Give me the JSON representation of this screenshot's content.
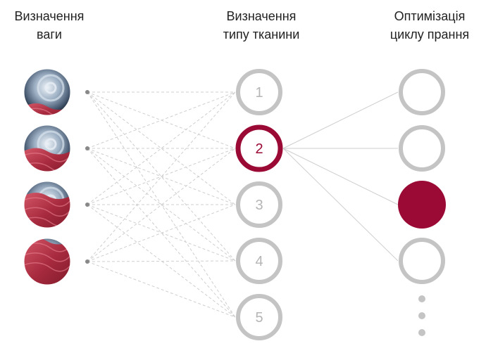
{
  "titles": {
    "weight": "Визначення\nваги",
    "fabric": "Визначення\nтипу тканини",
    "cycle": "Оптимізація\nциклу прання"
  },
  "fabric_nodes": [
    "1",
    "2",
    "3",
    "4",
    "5"
  ],
  "active_fabric_node": "2",
  "active_cycle_node": 3,
  "weight_images": [
    {
      "name": "drum-load-light",
      "fill_level": 0.25
    },
    {
      "name": "drum-load-medium",
      "fill_level": 0.5
    },
    {
      "name": "drum-load-high",
      "fill_level": 0.75
    },
    {
      "name": "drum-load-full",
      "fill_level": 1.0
    }
  ],
  "colors": {
    "accent": "#9a0a35",
    "ring": "#c4c4c4",
    "fabric": "#b83a4c",
    "line": "#cfcfcf"
  }
}
